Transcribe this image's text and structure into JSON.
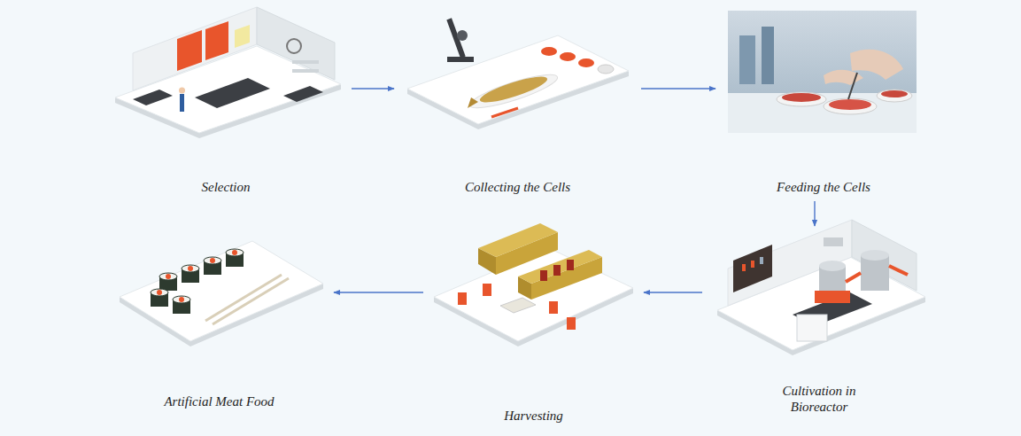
{
  "diagram": {
    "nodes": [
      {
        "text": [
          "Selection"
        ]
      },
      {
        "text": [
          "Collecting the Cells"
        ]
      },
      {
        "text": [
          "Feeding the Cells"
        ]
      },
      {
        "text": [
          "Cultivation in Bioreactor"
        ]
      },
      {
        "text": [
          "Harvesting"
        ]
      },
      {
        "text": [
          "Artificial Meat Food"
        ]
      }
    ],
    "edges": [
      {
        "from": 0,
        "to": 1,
        "arrow": "to"
      },
      {
        "from": 1,
        "to": 2,
        "arrow": "to"
      },
      {
        "from": 2,
        "to": 3,
        "arrow": "to"
      },
      {
        "from": 3,
        "to": 4,
        "arrow": "to"
      },
      {
        "from": 4,
        "to": 5,
        "arrow": "to"
      }
    ]
  }
}
